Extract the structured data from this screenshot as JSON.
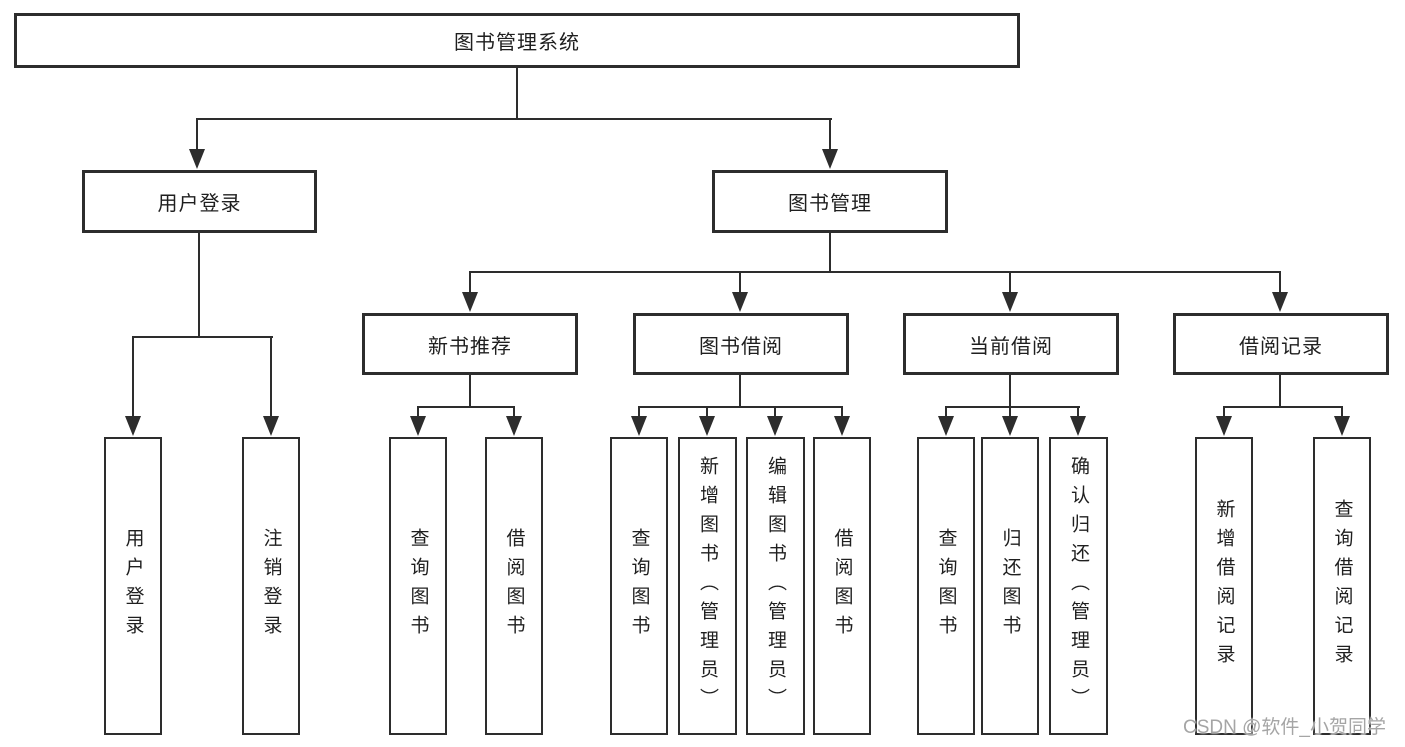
{
  "tree": {
    "root": "图书管理系统",
    "branches": [
      {
        "label": "用户登录",
        "children": [
          "用户登录",
          "注销登录"
        ]
      },
      {
        "label": "图书管理",
        "groups": [
          {
            "label": "新书推荐",
            "children": [
              "查询图书",
              "借阅图书"
            ]
          },
          {
            "label": "图书借阅",
            "children": [
              "查询图书",
              "新增图书（管理员）",
              "编辑图书（管理员）",
              "借阅图书"
            ]
          },
          {
            "label": "当前借阅",
            "children": [
              "查询图书",
              "归还图书",
              "确认归还（管理员）"
            ]
          },
          {
            "label": "借阅记录",
            "children": [
              "新增借阅记录",
              "查询借阅记录"
            ]
          }
        ]
      }
    ]
  },
  "watermark": {
    "text": "CSDN @软件_小贺同学"
  },
  "colors": {
    "background": "#ffffff",
    "line": "#2d2d2d",
    "text": "#1f1f1f",
    "watermark": "#a5a5a5"
  }
}
